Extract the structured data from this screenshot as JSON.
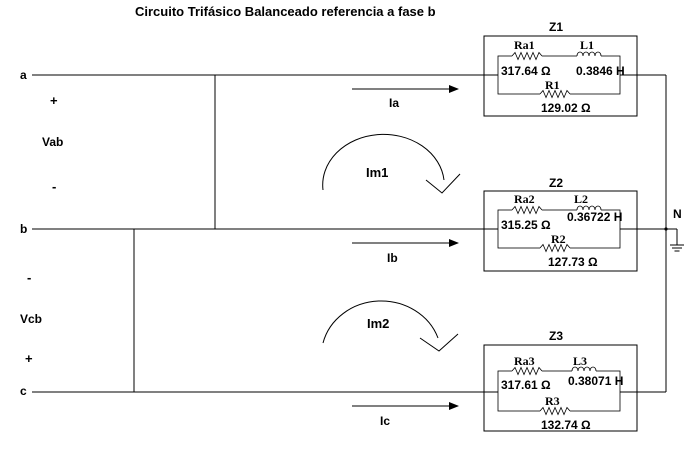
{
  "title": "Circuito Trifásico Balanceado referencia a fase b",
  "nodes": {
    "a": "a",
    "b": "b",
    "c": "c",
    "neutral": "N"
  },
  "sources": {
    "vab": {
      "label": "Vab",
      "top_sign": "+",
      "bottom_sign": "-"
    },
    "vcb": {
      "label": "Vcb",
      "top_sign": "-",
      "bottom_sign": "+"
    }
  },
  "currents": {
    "ia": "Ia",
    "ib": "Ib",
    "ic": "Ic"
  },
  "mesh": {
    "m1": "Im1",
    "m2": "Im2"
  },
  "loads": [
    {
      "name": "Z1",
      "ra_label": "Ra1",
      "ra_value": "317.64 Ω",
      "l_label": "L1",
      "l_value": "0.3846 H",
      "r_label": "R1",
      "r_value": "129.02 Ω"
    },
    {
      "name": "Z2",
      "ra_label": "Ra2",
      "ra_value": "315.25 Ω",
      "l_label": "L2",
      "l_value": "0.36722 H",
      "r_label": "R2",
      "r_value": "127.73 Ω"
    },
    {
      "name": "Z3",
      "ra_label": "Ra3",
      "ra_value": "317.61 Ω",
      "l_label": "L3",
      "l_value": "0.38071 H",
      "r_label": "R3",
      "r_value": "132.74 Ω"
    }
  ]
}
